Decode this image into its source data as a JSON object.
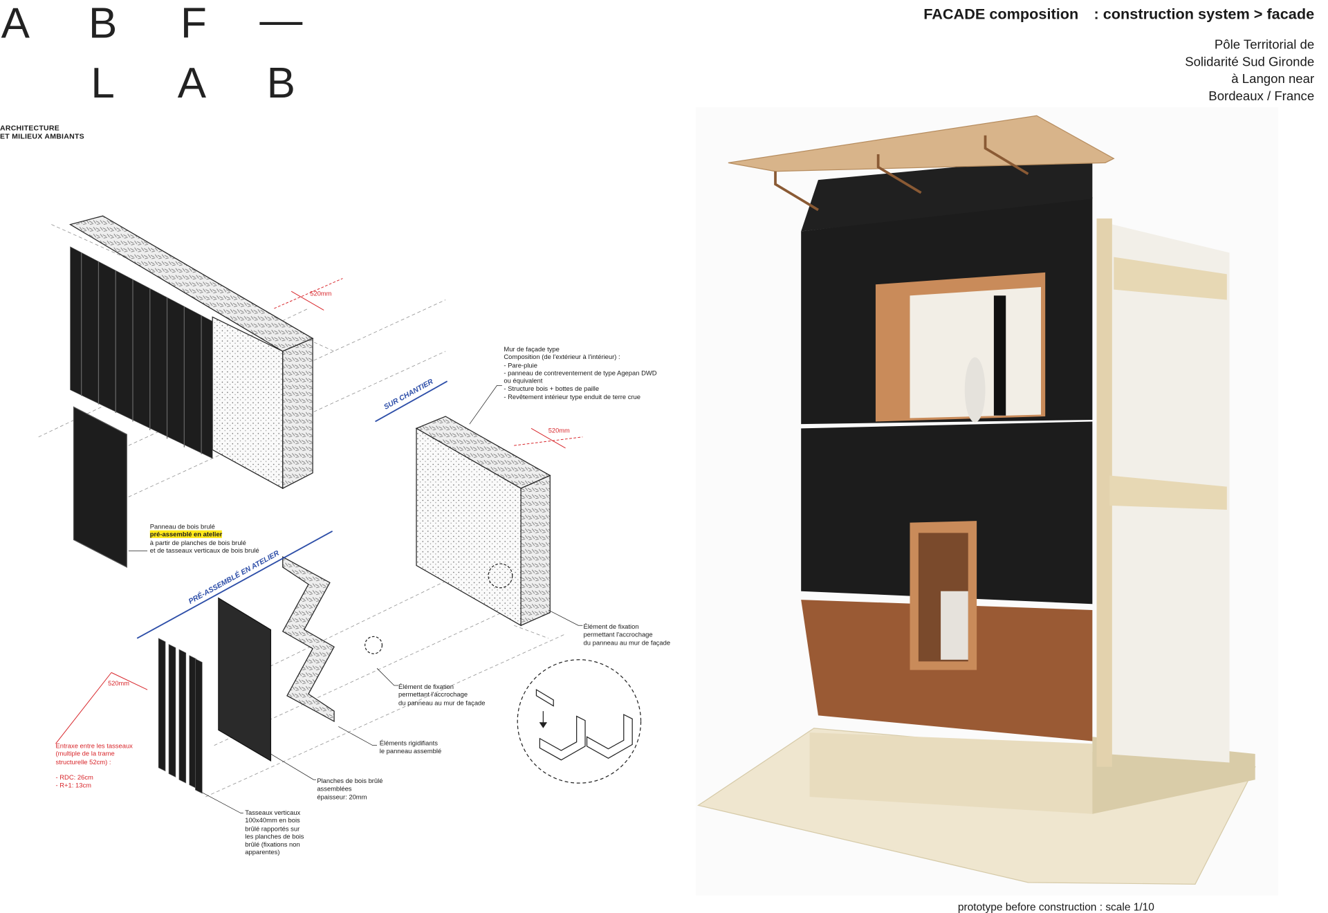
{
  "logo": {
    "letters": [
      "A",
      "B",
      "F",
      "—",
      "L",
      "A",
      "B"
    ],
    "subtitle_line1": "ARCHITECTURE",
    "subtitle_line2": "ET MILIEUX AMBIANTS"
  },
  "header": {
    "title_main": "FACADE composition",
    "title_sub": ": construction system > facade",
    "location": [
      "Pôle Territorial de",
      "Solidarité Sud Gironde",
      "à Langon  near",
      "Bordeaux / France"
    ]
  },
  "diagram": {
    "dimension_label": "520mm",
    "stage_on_site": "SUR CHANTIER",
    "stage_workshop": "PRÉ-ASSEMBLÉ EN ATELIER",
    "wall_note": "Mur de façade type\nComposition (de l'extérieur à l'intérieur) :\n- Pare-pluie\n- panneau de contreventement de type Agepan DWD\nou équivalent\n- Structure bois + bottes de paille\n- Revêtement intérieur type enduit de terre crue",
    "panel_note_line1": "Panneau de bois brulé",
    "panel_note_highlight": "pré-assemblé en atelier",
    "panel_note_rest": "à partir de planches de bois brulé\net de tasseaux verticaux de bois brulé",
    "fixation_note_right": "Élément de fixation\npermettant l'accrochage\ndu panneau au mur de façade",
    "fixation_note_center": "Élément de fixation\npermettant l'accrochage\ndu panneau au mur de façade",
    "stiffeners_note": "Éléments rigidifiants\nle panneau assemblé",
    "boards_note": "Planches de bois brûlé\nassemblées\népaisseur: 20mm",
    "battens_note": "Tasseaux verticaux\n100x40mm en bois\nbrûlé rapportés sur\nles planches de bois\nbrûlé (fixations non\napparentes)",
    "spacing_note": "Entraxe entre les tasseaux\n(multiple de la trame\nstructurelle 52cm) :\n\n- RDC: 26cm\n- R+1: 13cm"
  },
  "photo": {
    "caption": "prototype before construction :  scale 1/10"
  },
  "colors": {
    "annotation_red": "#d8262b",
    "stage_blue": "#2d4ea8",
    "highlight": "#ffe81a",
    "charred_wood": "#1c1c1c",
    "earth_render": "#9a5a34"
  }
}
